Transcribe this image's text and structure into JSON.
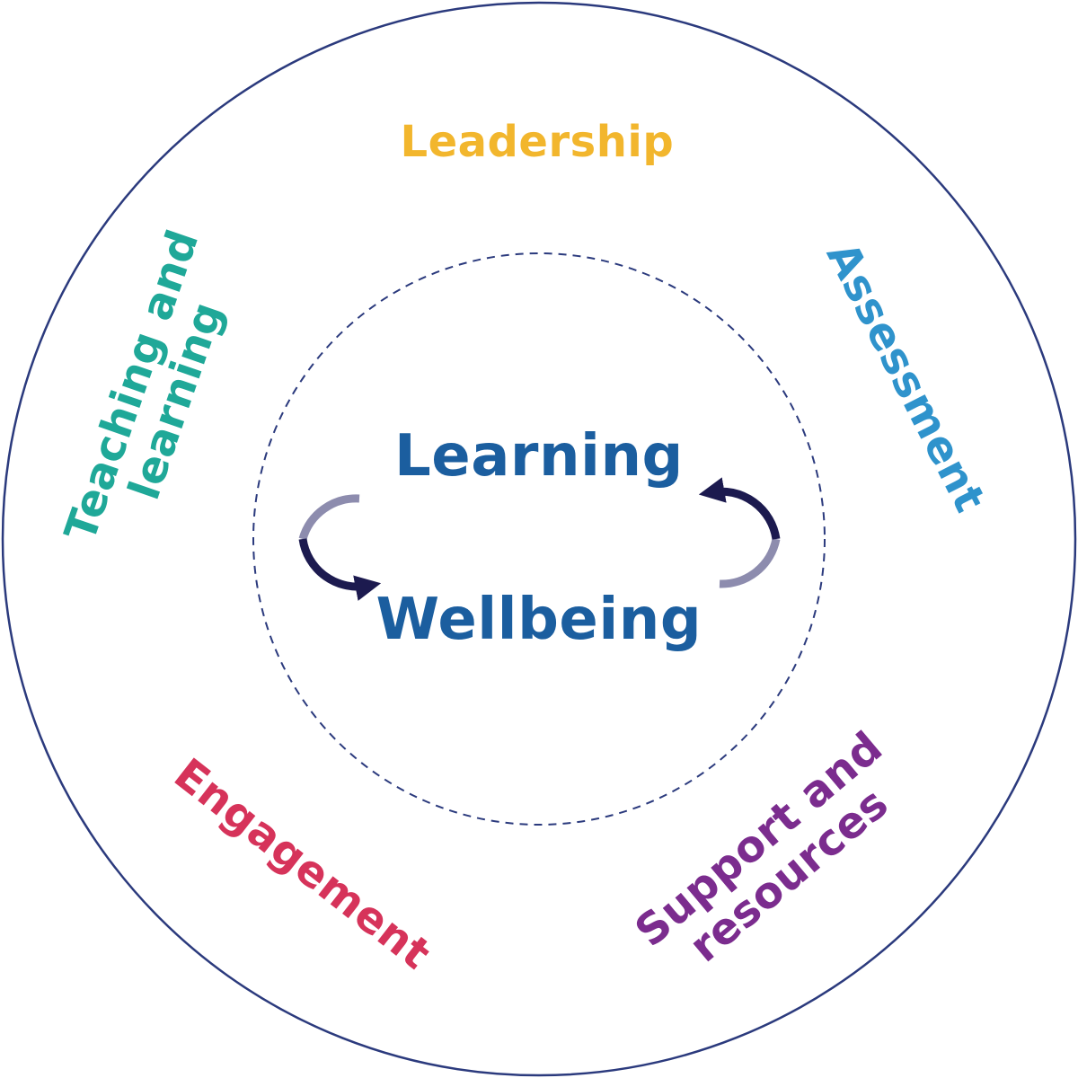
{
  "diagram": {
    "center": {
      "learning": "Learning",
      "wellbeing": "Wellbeing",
      "color": "#1b5e9f"
    },
    "domains": [
      {
        "id": "leadership",
        "text": "Leadership",
        "color": "#f2b62d"
      },
      {
        "id": "assessment",
        "text": "Assessment",
        "color": "#2f93cc"
      },
      {
        "id": "support",
        "text": "Support and\nresources",
        "color": "#7b2c8e"
      },
      {
        "id": "engagement",
        "text": "Engagement",
        "color": "#d6335a"
      },
      {
        "id": "teaching",
        "text": "Teaching and\nlearning",
        "color": "#1fa898"
      }
    ],
    "colors": {
      "outer_ring": "#2b3a7d",
      "inner_ring": "#2b3a7d",
      "arrow_dark": "#1c1a4f",
      "arrow_light": "#8d8cae"
    }
  }
}
